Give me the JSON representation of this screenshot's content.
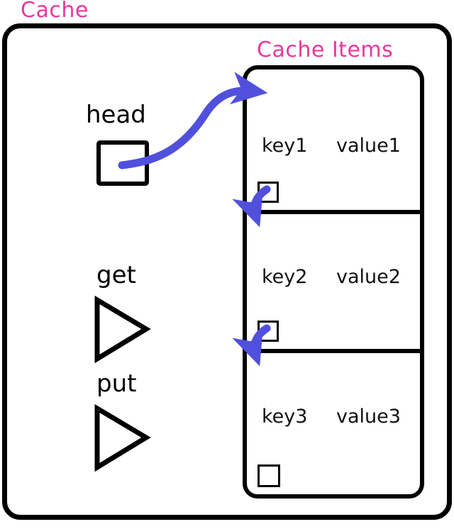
{
  "diagram": {
    "type": "lru-cache-linked-list",
    "outer_container_label": "Cache",
    "inner_container_label": "Cache Items",
    "accent_color": "#e8399f",
    "pointer_color": "#5050dd",
    "stroke_color": "#000000",
    "background_color": "#ffffff"
  },
  "pointers": {
    "head": {
      "label": "head",
      "icon": "empty-square-pointer-box",
      "target": "cache-item-1"
    }
  },
  "operations": [
    {
      "label": "get",
      "icon": "play-triangle-outline-icon"
    },
    {
      "label": "put",
      "icon": "play-triangle-outline-icon"
    }
  ],
  "cache_items": [
    {
      "key": "key1",
      "value": "value1",
      "next_pointer_icon": "empty-square-pointer-box",
      "next_target": "cache-item-2"
    },
    {
      "key": "key2",
      "value": "value2",
      "next_pointer_icon": "empty-square-pointer-box",
      "next_target": "cache-item-3"
    },
    {
      "key": "key3",
      "value": "value3",
      "next_pointer_icon": "empty-square-pointer-box",
      "next_target": null
    }
  ]
}
